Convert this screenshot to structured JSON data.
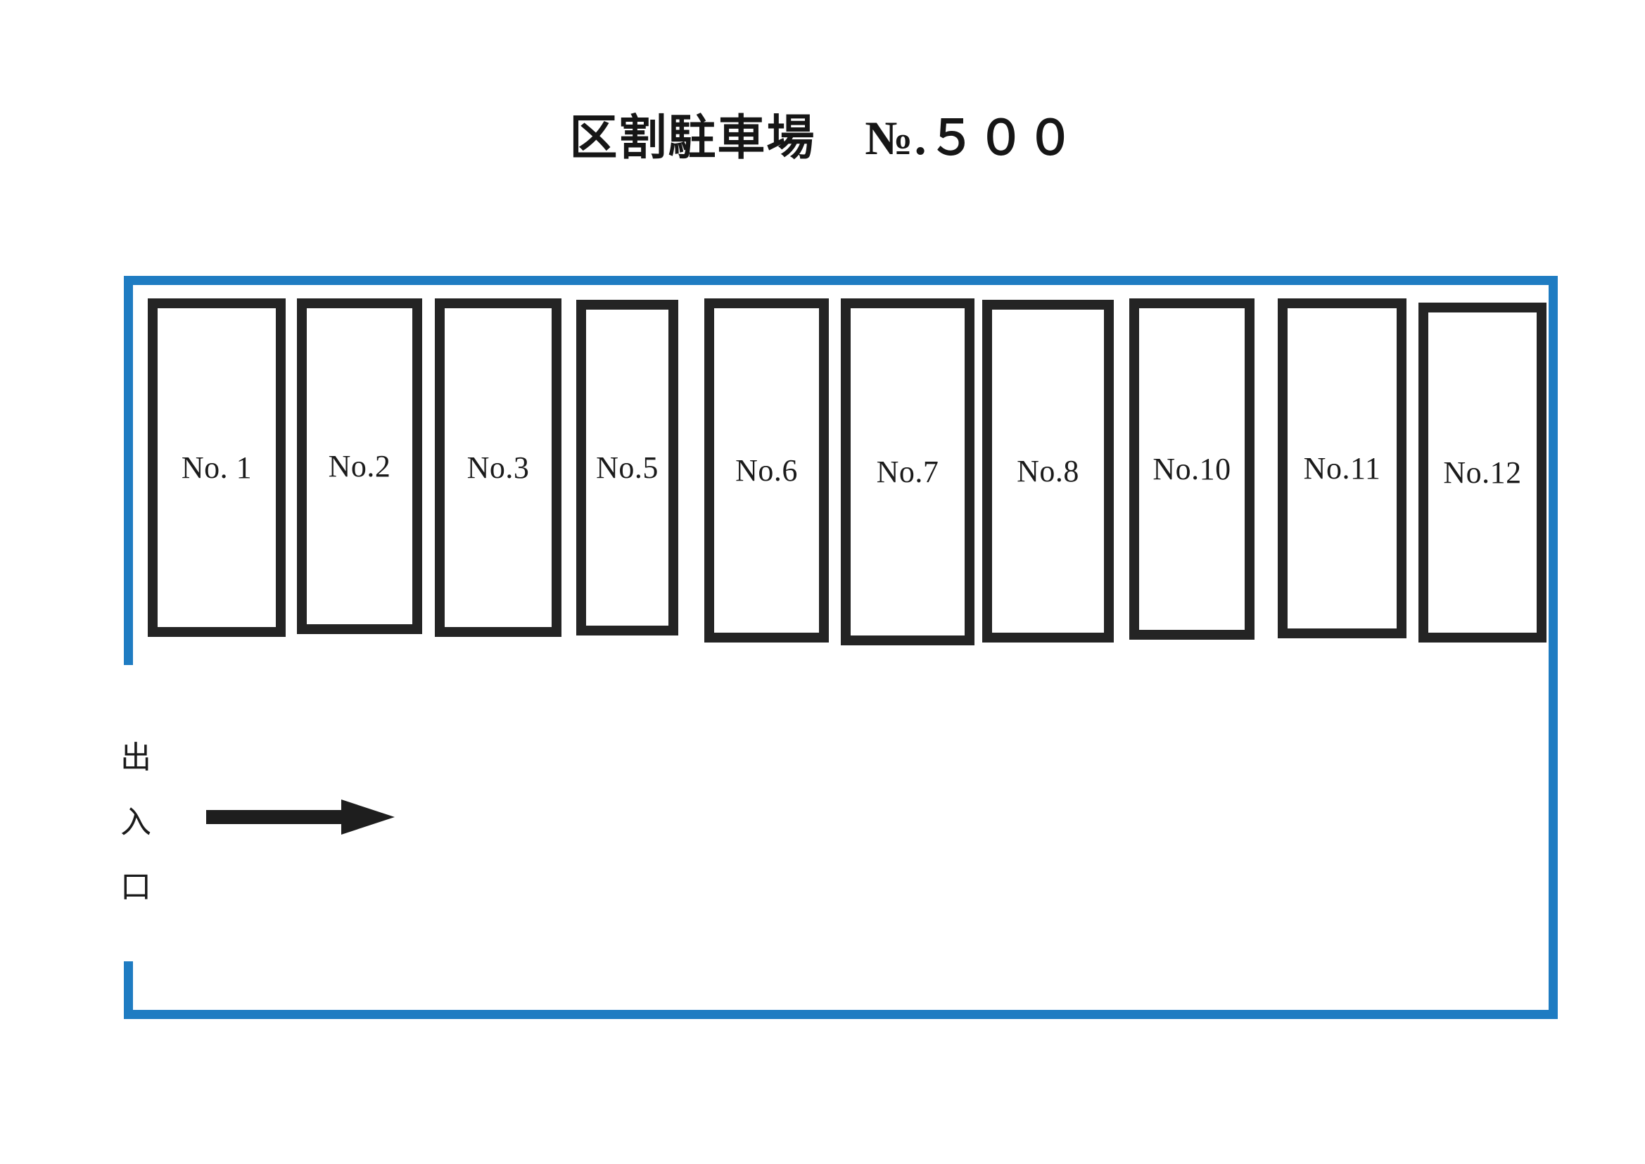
{
  "document": {
    "title": "区割駐車場　№.５００",
    "kind": "parking-lot-layout-diagram"
  },
  "colors": {
    "boundary_blue": "#1f7cc2",
    "stall_outline": "#242424",
    "text": "#1b1b1b",
    "background": "#ffffff"
  },
  "lot": {
    "stall_count": 10,
    "stalls": [
      {
        "label": "No. 1"
      },
      {
        "label": "No.2"
      },
      {
        "label": "No.3"
      },
      {
        "label": "No.5"
      },
      {
        "label": "No.6"
      },
      {
        "label": "No.7"
      },
      {
        "label": "No.8"
      },
      {
        "label": "No.10"
      },
      {
        "label": "No.11"
      },
      {
        "label": "No.12"
      }
    ]
  },
  "entrance": {
    "characters": [
      "出",
      "入",
      "口"
    ],
    "arrow_direction": "right",
    "arrow_icon": "arrow-right-icon"
  }
}
